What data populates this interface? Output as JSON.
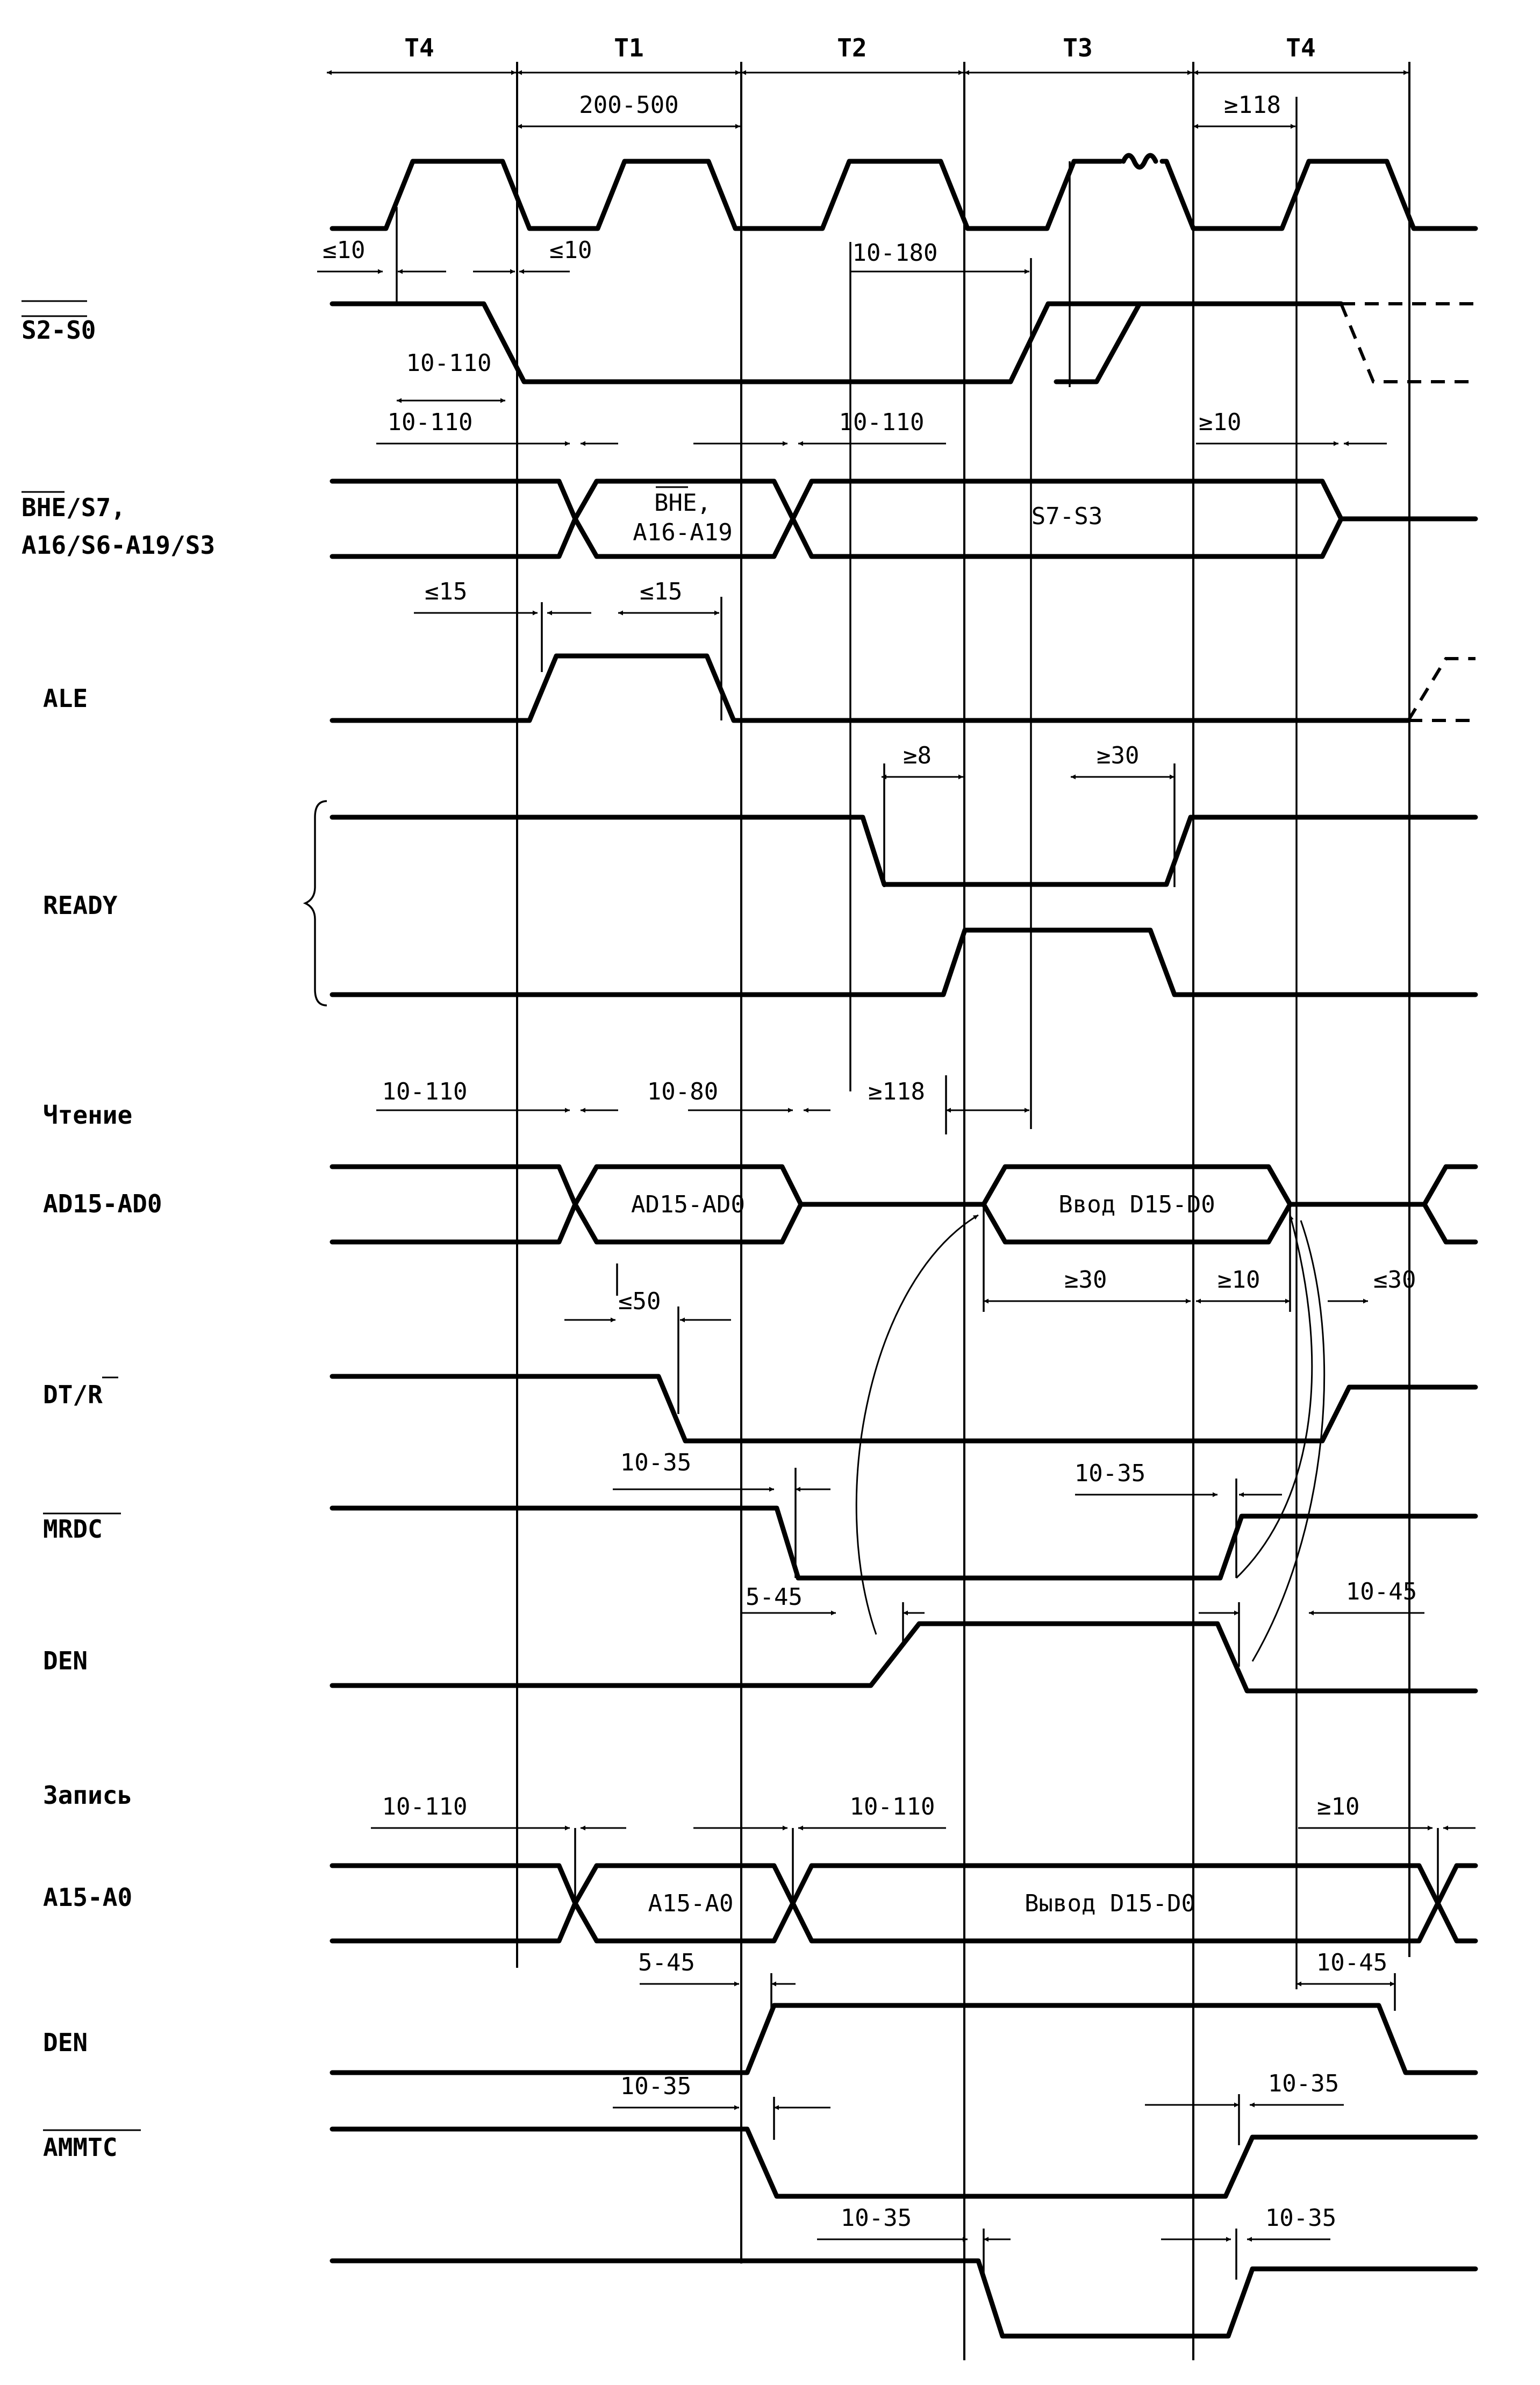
{
  "phases": [
    "T4",
    "T1",
    "T2",
    "T3",
    "T4"
  ],
  "clock": {
    "period": "200-500",
    "t4_high": "≥118",
    "rise_tol": "≤10",
    "fall_tol": "≤10"
  },
  "signals": {
    "s2s0": "S2-S0",
    "bhe_line1": "BHE/S7,",
    "bhe_line2": "A16/S6-A19/S3",
    "ale": "ALE",
    "ready": "READY",
    "read_section": "Чтение",
    "ad_read": "AD15-AD0",
    "dtr": "DT/R",
    "mrdc": "MRDC",
    "den_read": "DEN",
    "write_section": "Запись",
    "a_write": "A15-A0",
    "den_write": "DEN",
    "ammtc": "AMMTC"
  },
  "bus_values": {
    "bhe_a1": "BHE,",
    "bhe_a2": "A16-A19",
    "s7s3": "S7-S3",
    "ad_addr": "AD15-AD0",
    "input_data": "Ввод D15-D0",
    "a_addr": "A15-A0",
    "output_data": "Вывод D15-D0"
  },
  "timings": {
    "s_10_180": "10-180",
    "s_10_110": "10-110",
    "bhe_10_110_a": "10-110",
    "bhe_10_110_b": "10-110",
    "bhe_ge10": "≥10",
    "ale_le15_a": "≤15",
    "ale_le15_b": "≤15",
    "ready_ge8": "≥8",
    "ready_ge30": "≥30",
    "ad_10_110": "10-110",
    "ad_10_80": "10-80",
    "ad_ge118": "≥118",
    "in_ge30": "≥30",
    "in_ge10": "≥10",
    "in_le30": "≤30",
    "dtr_le50": "≤50",
    "mrdc_10_35_a": "10-35",
    "mrdc_10_35_b": "10-35",
    "den_5_45": "5-45",
    "den_10_45": "10-45",
    "wr_10_110_a": "10-110",
    "wr_10_110_b": "10-110",
    "wr_ge10": "≥10",
    "wden_5_45": "5-45",
    "wden_10_45": "10-45",
    "amm_10_35_a": "10-35",
    "amm_10_35_b": "10-35",
    "last_10_35_a": "10-35",
    "last_10_35_b": "10-35"
  }
}
